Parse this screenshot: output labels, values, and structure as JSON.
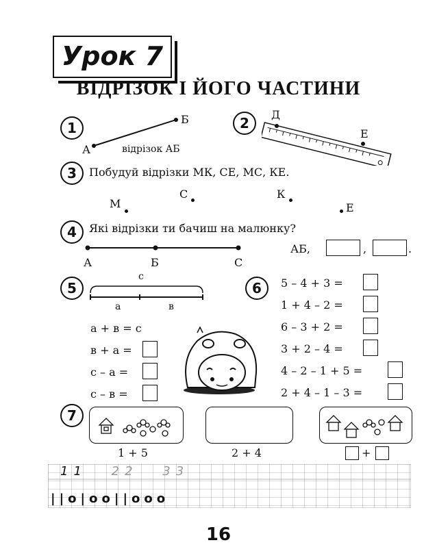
{
  "lesson": {
    "title": "Урок 7"
  },
  "main_title": "ВІДРІЗОК І ЙОГО ЧАСТИНИ",
  "task1": {
    "number": "1",
    "point_a": "А",
    "point_b": "Б",
    "caption": "відрізок АБ"
  },
  "task2": {
    "number": "2",
    "point_d": "Д",
    "point_e": "Е"
  },
  "task3": {
    "number": "3",
    "instruction": "Побудуй відрізки МК, СЕ, МС, КЕ.",
    "points": [
      "М",
      "С",
      "К",
      "Е"
    ]
  },
  "task4": {
    "number": "4",
    "question": "Які відрізки ти бачиш на малюнку?",
    "points": [
      "А",
      "Б",
      "С"
    ],
    "answer_prefix": "АБ,",
    "separator": ",",
    "end": "."
  },
  "task5": {
    "number": "5",
    "whole_label": "с",
    "part_a": "а",
    "part_b": "в",
    "equations": [
      "а + в = с",
      "в + а =",
      "с – а =",
      "с – в ="
    ]
  },
  "task6": {
    "number": "6",
    "equations": [
      "5 – 4 + 3 =",
      "1 + 4 – 2 =",
      "6 – 3 + 2 =",
      "3 + 2 – 4 =",
      "4 – 2 – 1 + 5 =",
      "2 + 4 – 1 – 3 ="
    ]
  },
  "task7": {
    "number": "7",
    "captions": [
      "1 + 5",
      "2 + 4",
      "+"
    ]
  },
  "writing": {
    "digits": [
      "1",
      "1",
      "2",
      "2",
      "3",
      "3"
    ],
    "pattern": [
      "|",
      "|",
      "о",
      "|",
      "о",
      "о",
      "|",
      "|",
      "о",
      "о",
      "о"
    ]
  },
  "page_number": "16"
}
